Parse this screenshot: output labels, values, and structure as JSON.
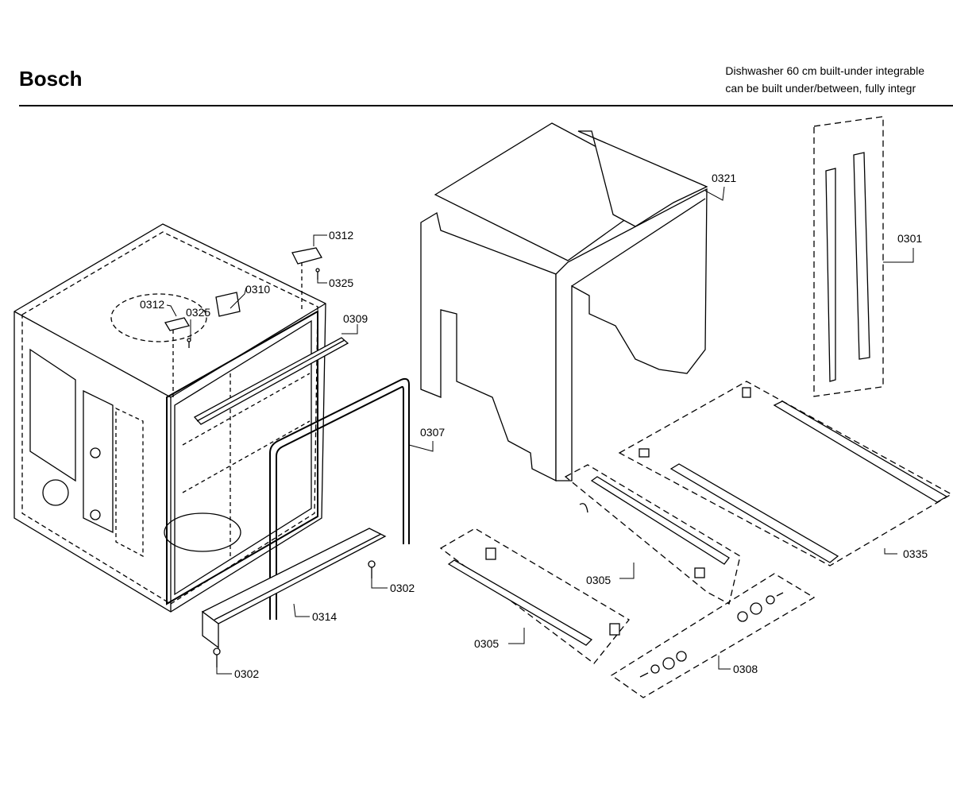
{
  "header": {
    "brand": "Bosch",
    "description_line1": "Dishwasher 60 cm built-under integrable",
    "description_line2": "can be built under/between, fully integr"
  },
  "parts": {
    "p0301": "0301",
    "p0302": "0302",
    "p0305": "0305",
    "p0307": "0307",
    "p0308": "0308",
    "p0309": "0309",
    "p0310": "0310",
    "p0312": "0312",
    "p0314": "0314",
    "p0321": "0321",
    "p0325": "0325",
    "p0335": "0335"
  }
}
